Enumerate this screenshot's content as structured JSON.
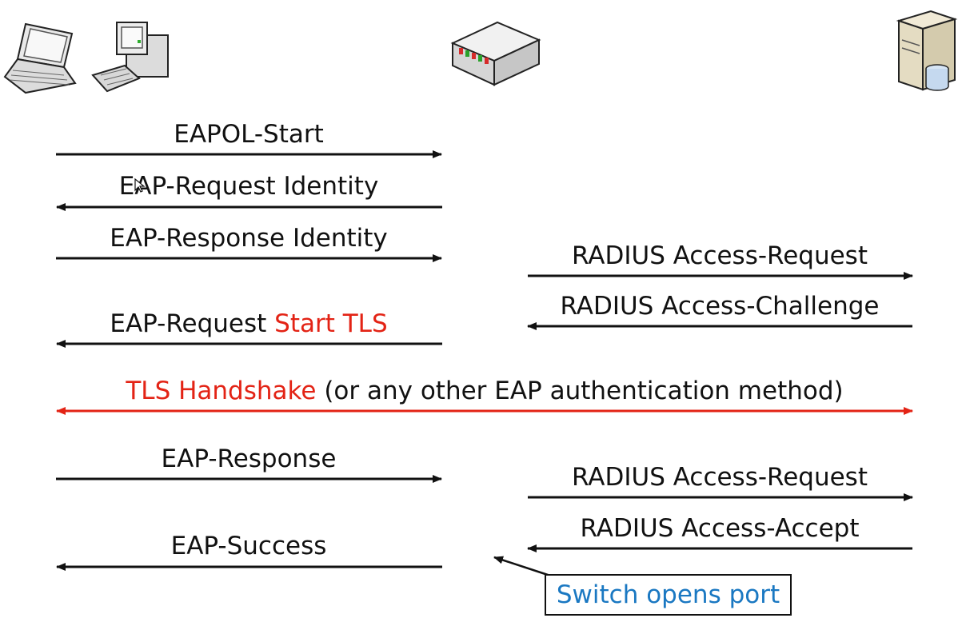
{
  "devices": [
    {
      "name": "laptop-icon"
    },
    {
      "name": "desktop-icon"
    },
    {
      "name": "switch-icon"
    },
    {
      "name": "server-icon"
    }
  ],
  "messages": {
    "eapol_start": "EAPOL-Start",
    "eap_request_identity": "EAP-Request Identity",
    "eap_response_identity": "EAP-Response Identity",
    "radius_access_request_1": "RADIUS Access-Request",
    "radius_access_challenge": "RADIUS Access-Challenge",
    "eap_request_prefix": "EAP-Request ",
    "eap_request_start_tls": "Start TLS",
    "tls_handshake": "TLS Handshake",
    "tls_handshake_suffix": " (or any other EAP authentication method)",
    "eap_response": "EAP-Response",
    "radius_access_request_2": "RADIUS Access-Request",
    "radius_access_accept": "RADIUS Access-Accept",
    "eap_success": "EAP-Success"
  },
  "callout": {
    "text": "Switch opens port"
  },
  "colors": {
    "black": "#111111",
    "red": "#e32315",
    "blue": "#1a78c2"
  }
}
